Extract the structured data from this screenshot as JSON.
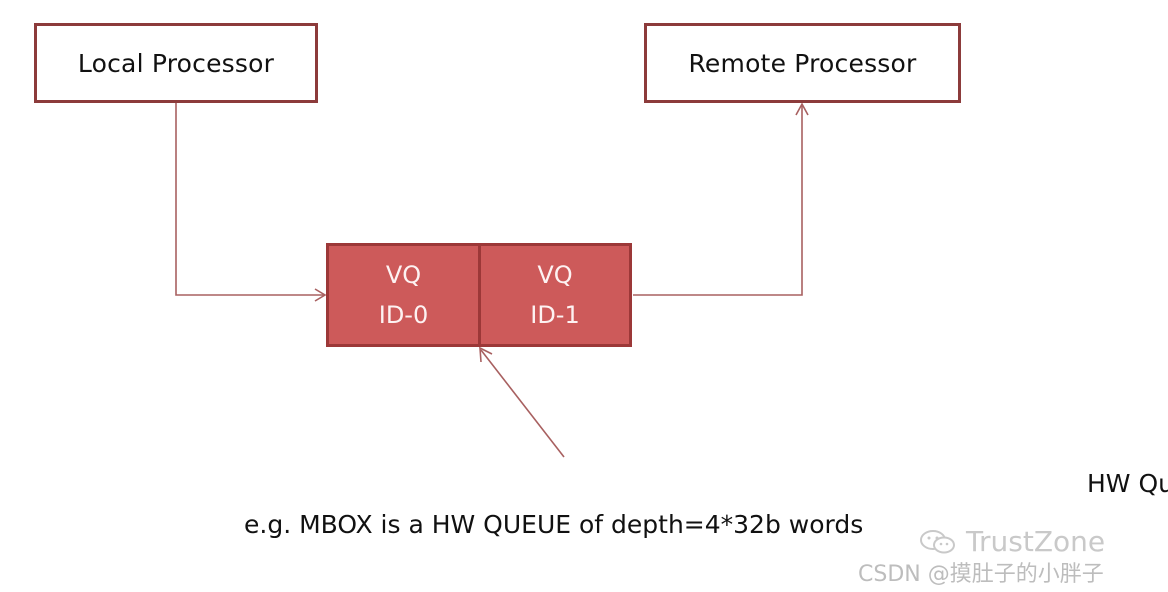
{
  "local_processor": {
    "label": "Local Processor"
  },
  "remote_processor": {
    "label": "Remote Processor"
  },
  "queue": {
    "cells": [
      {
        "line1": "VQ",
        "line2": "ID-0"
      },
      {
        "line1": "VQ",
        "line2": "ID-1"
      }
    ]
  },
  "caption": {
    "title": "HW Queue",
    "description": "e.g. MBOX is a HW QUEUE of depth=4*32b words"
  },
  "watermark": {
    "brand": "TrustZone",
    "site": "CSDN @摸肚子的小胖子"
  },
  "colors": {
    "box_border": "#8c3b3b",
    "queue_fill": "#cd5a5a",
    "connector": "#a86060"
  }
}
